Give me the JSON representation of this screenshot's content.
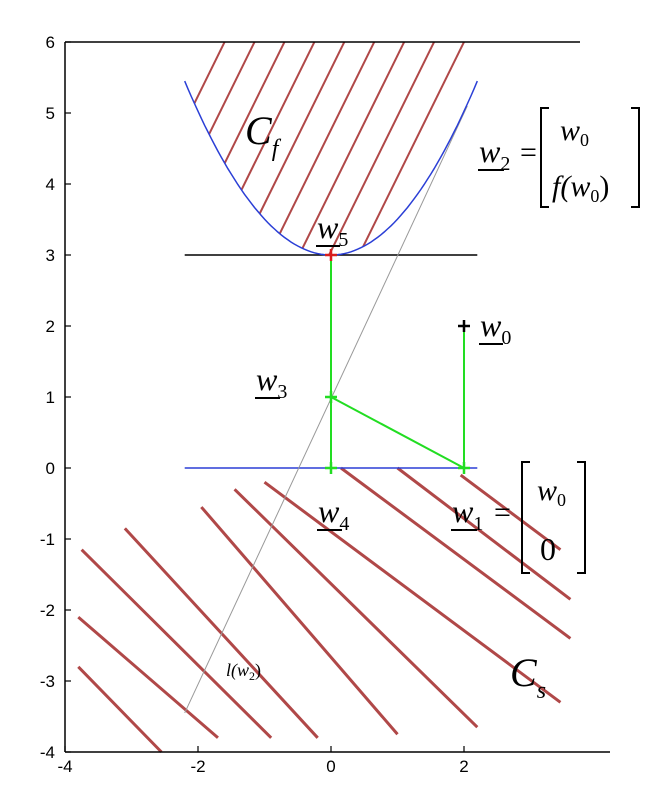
{
  "chart_data": {
    "type": "line",
    "title": "",
    "xlabel": "",
    "ylabel": "",
    "xlim": [
      -4,
      4
    ],
    "ylim": [
      -4,
      6
    ],
    "x_ticks": [
      "-4",
      "-2",
      "0",
      "2"
    ],
    "y_ticks": [
      "-4",
      "-3",
      "-2",
      "-1",
      "0",
      "1",
      "2",
      "3",
      "4",
      "5",
      "6"
    ],
    "grid": false,
    "parabola": {
      "name": "f",
      "vertex": [
        0,
        3
      ],
      "x_range": [
        -2.2,
        2.2
      ],
      "color": "#2b3fd6"
    },
    "lines": [
      {
        "name": "y=6 boundary",
        "points": [
          [
            -4,
            6
          ],
          [
            3.8,
            6
          ]
        ],
        "color": "#000000"
      },
      {
        "name": "y=3 level",
        "points": [
          [
            -2.2,
            3
          ],
          [
            2.2,
            3
          ]
        ],
        "color": "#000000"
      },
      {
        "name": "y=0 level",
        "points": [
          [
            -2.2,
            0
          ],
          [
            2.2,
            0
          ]
        ],
        "color": "#2b3fd6"
      },
      {
        "name": "tangent l(w2)",
        "points": [
          [
            -2.2,
            -3.45
          ],
          [
            2.05,
            5.1
          ]
        ],
        "color": "#999999"
      }
    ],
    "path_segments": [
      {
        "points": [
          [
            0,
            3
          ],
          [
            0,
            0
          ]
        ],
        "color": "#22dd22"
      },
      {
        "points": [
          [
            0,
            1
          ],
          [
            2,
            0
          ]
        ],
        "color": "#22dd22"
      },
      {
        "points": [
          [
            2,
            2
          ],
          [
            2,
            0
          ]
        ],
        "color": "#22dd22"
      }
    ],
    "points": [
      {
        "name": "w0",
        "x": 2,
        "y": 2,
        "color": "#000000"
      },
      {
        "name": "w1",
        "x": 2,
        "y": 0,
        "color": "#22dd22"
      },
      {
        "name": "w3",
        "x": 0,
        "y": 1,
        "color": "#22dd22"
      },
      {
        "name": "w4",
        "x": 0,
        "y": 0,
        "color": "#22dd22"
      },
      {
        "name": "w5",
        "x": 0,
        "y": 3,
        "color": "#d81e1e"
      }
    ],
    "hatch_color": "#b04848",
    "annotations": {
      "Cf": {
        "main": "C",
        "sub": "f"
      },
      "Cs": {
        "main": "C",
        "sub": "s"
      },
      "l_label": "l(w",
      "l_sub": "2",
      "l_close": ")",
      "w5": {
        "main": "w",
        "sub": "5"
      },
      "w0": {
        "main": "w",
        "sub": "0"
      },
      "w3": {
        "main": "w",
        "sub": "3"
      },
      "w4": {
        "main": "w",
        "sub": "4"
      },
      "w2": {
        "main": "w",
        "sub": "2",
        "eq": "=",
        "top": "w",
        "top_sub": "0",
        "bottom": "f(w",
        "bottom_sub": "0",
        "bottom_close": ")"
      },
      "w1": {
        "main": "w",
        "sub": "1",
        "eq": "=",
        "top": "w",
        "top_sub": "0",
        "bottom": "0"
      }
    }
  }
}
